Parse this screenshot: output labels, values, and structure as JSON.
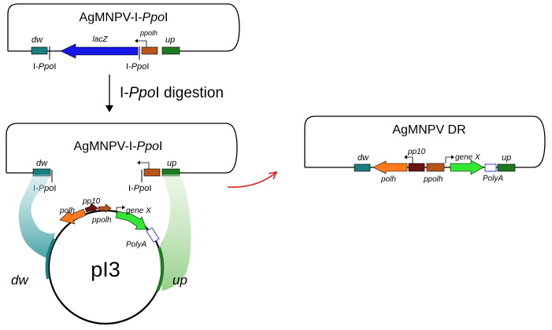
{
  "top_construct": {
    "title_prefix": "AgMNPV-I-",
    "title_italic": "Ppo",
    "title_suffix": "I",
    "dw": "dw",
    "lacZ": "lacZ",
    "ppolh": "ppolh",
    "up": "up",
    "site_left": {
      "prefix": "I-",
      "italic": "Ppo",
      "suffix": "I"
    },
    "site_right": {
      "prefix": "I-",
      "italic": "Ppo",
      "suffix": "I"
    }
  },
  "digestion": {
    "prefix": "I-",
    "italic": "Ppo",
    "suffix": "I digestion"
  },
  "mid_construct": {
    "title_prefix": "AgMNPV-I-",
    "title_italic": "Ppo",
    "title_suffix": "I",
    "dw": "dw",
    "up": "up",
    "site_left": {
      "prefix": "I-",
      "italic": "Ppo",
      "suffix": "I"
    },
    "site_right": {
      "prefix": "I-",
      "italic": "Ppo",
      "suffix": "I"
    }
  },
  "plasmid": {
    "name": "pI3",
    "polh": "polh",
    "pp10": "pp10",
    "ppolh": "ppolh",
    "gene_x": "gene X",
    "polya": "PolyA",
    "dw": "dw",
    "up": "up"
  },
  "result_construct": {
    "title": "AgMNPV DR",
    "dw": "dw",
    "polh": "polh",
    "pp10": "pp10",
    "ppolh": "ppolh",
    "gene_x": "gene X",
    "polya": "PolyA",
    "up": "up"
  },
  "colors": {
    "teal": "#1b7d80",
    "blue": "#1515e6",
    "brown": "#b8561a",
    "green": "#1e7a1e",
    "orange": "#ff7a1a",
    "dark_red": "#6b1414",
    "lime": "#33e833",
    "red_arrow": "#e02020",
    "teal_band": "#6cb7b9",
    "green_band": "#b3dba9"
  }
}
